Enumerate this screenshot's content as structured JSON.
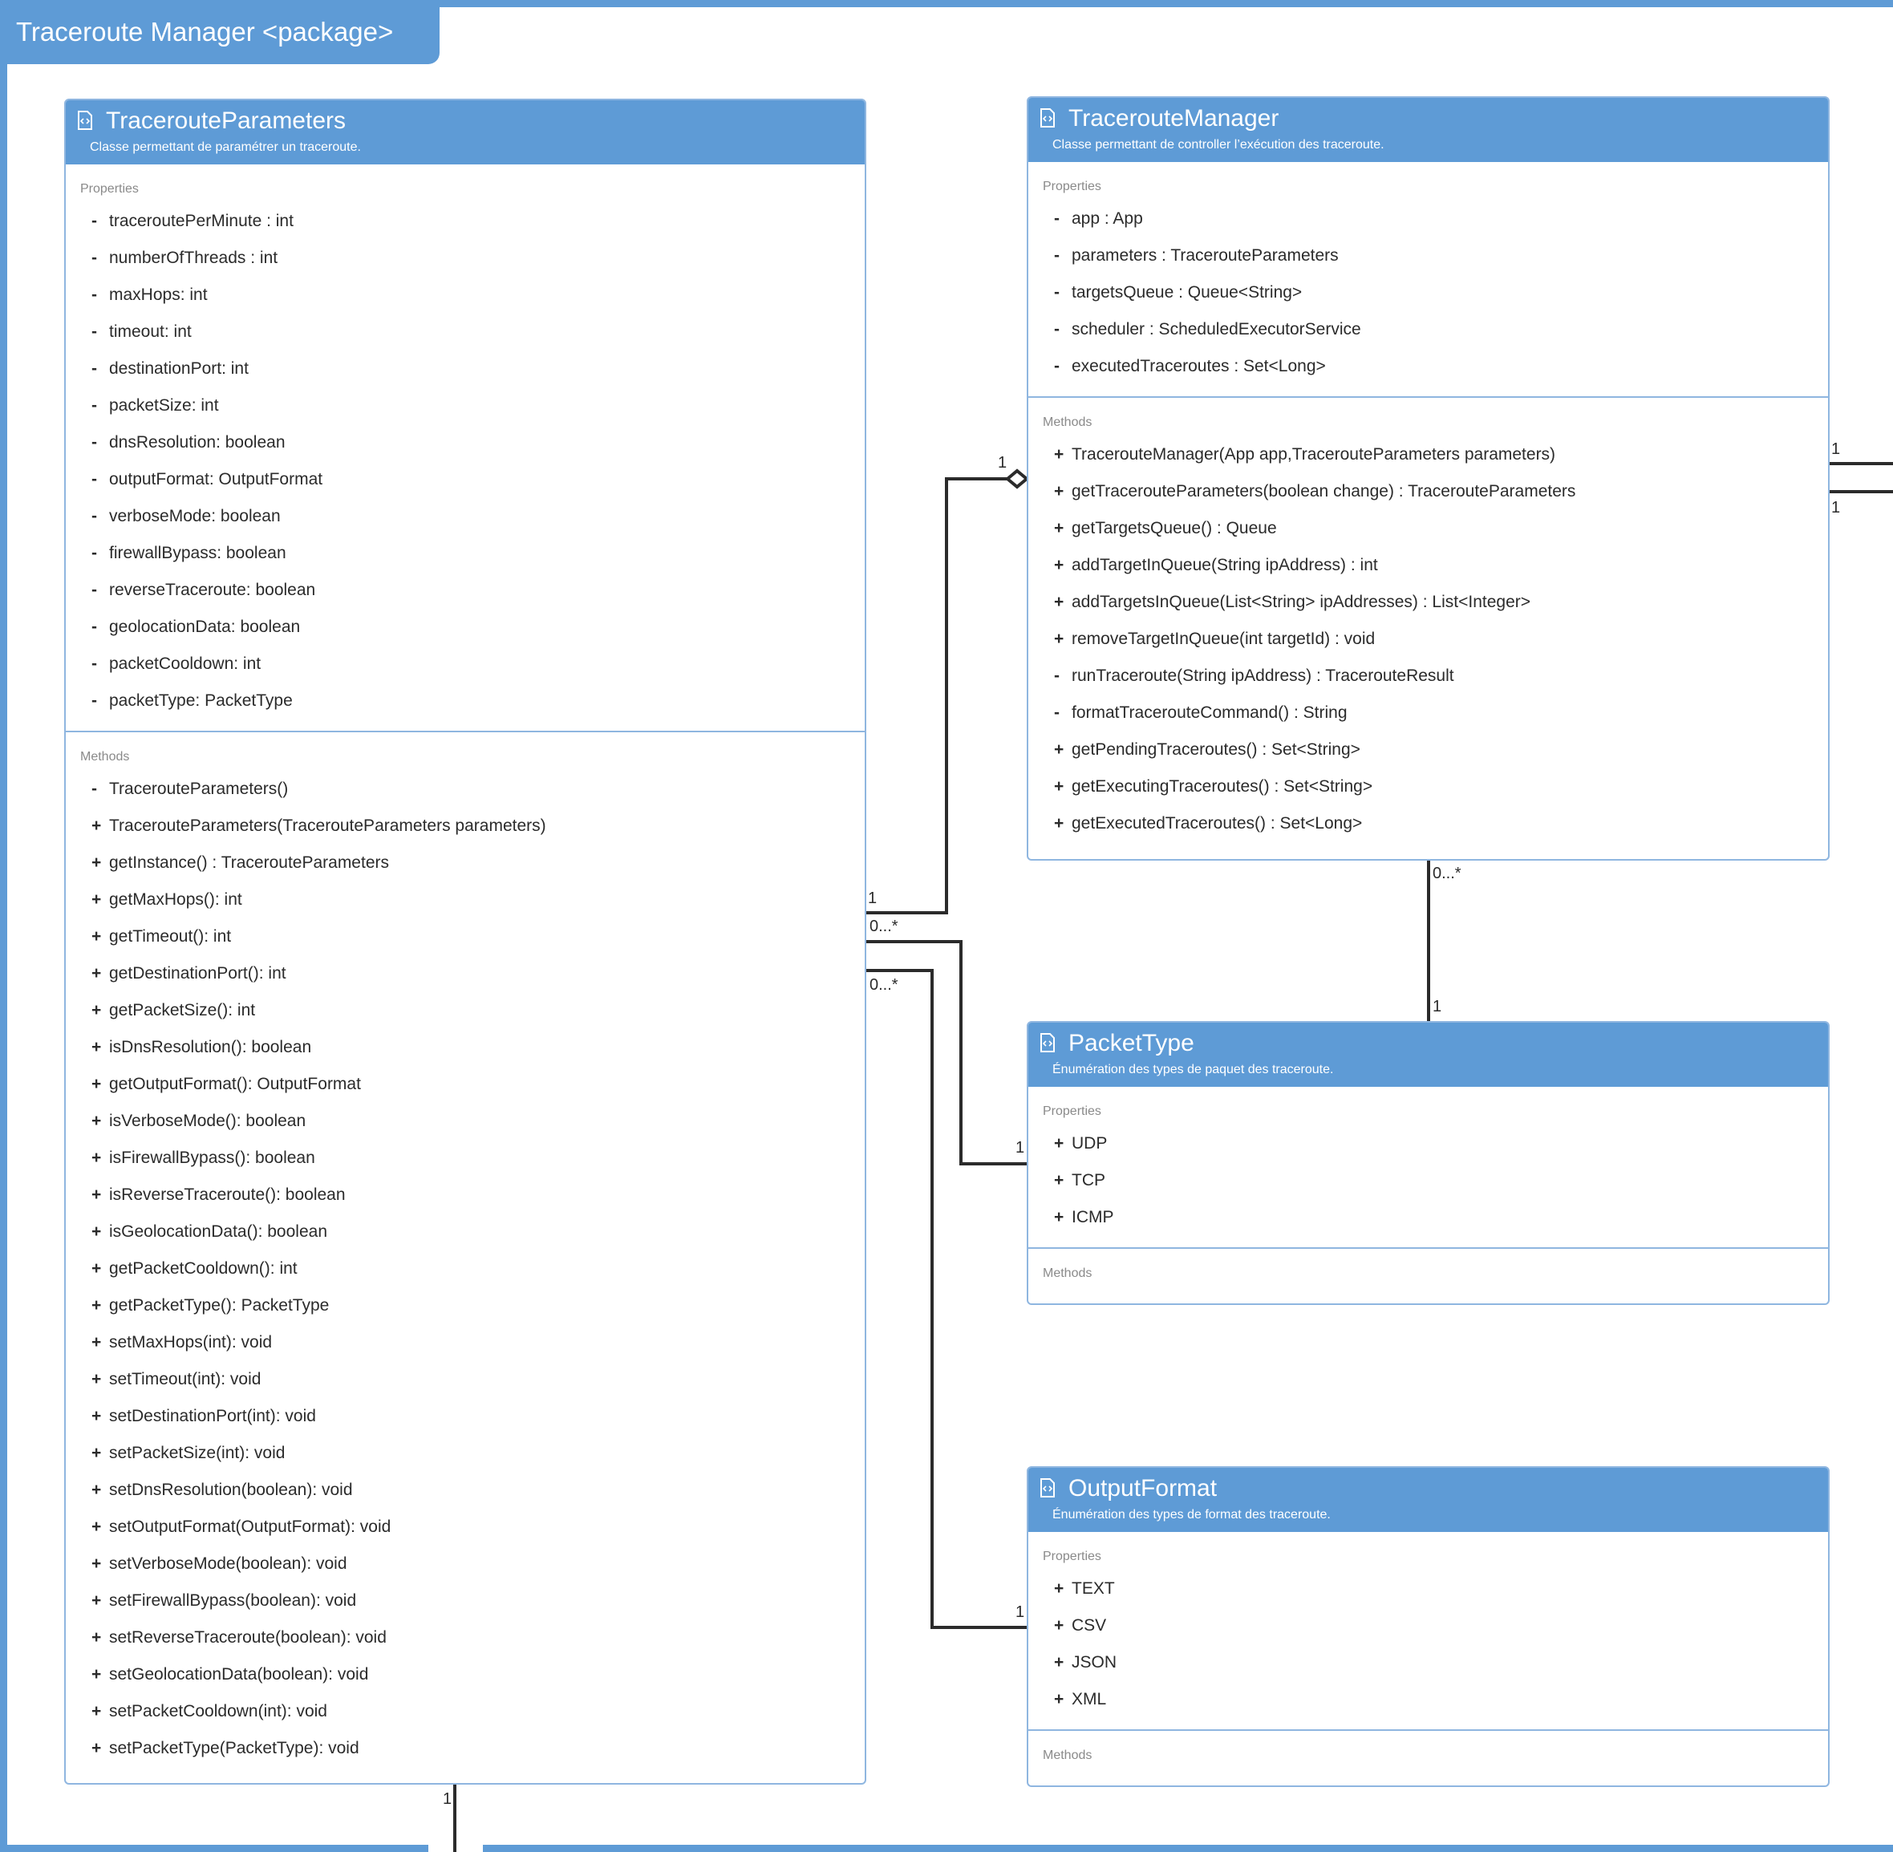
{
  "package": {
    "title": "Traceroute Manager <package>"
  },
  "section_labels": {
    "properties": "Properties",
    "methods": "Methods"
  },
  "classes": {
    "traceroute_parameters": {
      "name": "TracerouteParameters",
      "description": "Classe permettant de paramétrer un traceroute.",
      "properties": [
        {
          "vis": "-",
          "text": "traceroutePerMinute : int"
        },
        {
          "vis": "-",
          "text": "numberOfThreads : int"
        },
        {
          "vis": "-",
          "text": "maxHops: int"
        },
        {
          "vis": "-",
          "text": "timeout: int"
        },
        {
          "vis": "-",
          "text": "destinationPort: int"
        },
        {
          "vis": "-",
          "text": "packetSize: int"
        },
        {
          "vis": "-",
          "text": "dnsResolution: boolean"
        },
        {
          "vis": "-",
          "text": "outputFormat: OutputFormat"
        },
        {
          "vis": "-",
          "text": "verboseMode: boolean"
        },
        {
          "vis": "-",
          "text": "firewallBypass: boolean"
        },
        {
          "vis": "-",
          "text": "reverseTraceroute: boolean"
        },
        {
          "vis": "-",
          "text": "geolocationData: boolean"
        },
        {
          "vis": "-",
          "text": "packetCooldown: int"
        },
        {
          "vis": "-",
          "text": "packetType: PacketType"
        }
      ],
      "methods": [
        {
          "vis": "-",
          "text": "TracerouteParameters()"
        },
        {
          "vis": "+",
          "text": "TracerouteParameters(TracerouteParameters parameters)"
        },
        {
          "vis": "+",
          "text": "getInstance() : TracerouteParameters"
        },
        {
          "vis": "+",
          "text": "getMaxHops(): int"
        },
        {
          "vis": "+",
          "text": "getTimeout(): int"
        },
        {
          "vis": "+",
          "text": "getDestinationPort(): int"
        },
        {
          "vis": "+",
          "text": "getPacketSize(): int"
        },
        {
          "vis": "+",
          "text": "isDnsResolution(): boolean"
        },
        {
          "vis": "+",
          "text": "getOutputFormat(): OutputFormat"
        },
        {
          "vis": "+",
          "text": "isVerboseMode(): boolean"
        },
        {
          "vis": "+",
          "text": "isFirewallBypass(): boolean"
        },
        {
          "vis": "+",
          "text": "isReverseTraceroute(): boolean"
        },
        {
          "vis": "+",
          "text": "isGeolocationData(): boolean"
        },
        {
          "vis": "+",
          "text": "getPacketCooldown(): int"
        },
        {
          "vis": "+",
          "text": "getPacketType(): PacketType"
        },
        {
          "vis": "+",
          "text": "setMaxHops(int): void"
        },
        {
          "vis": "+",
          "text": "setTimeout(int): void"
        },
        {
          "vis": "+",
          "text": "setDestinationPort(int): void"
        },
        {
          "vis": "+",
          "text": "setPacketSize(int): void"
        },
        {
          "vis": "+",
          "text": "setDnsResolution(boolean): void"
        },
        {
          "vis": "+",
          "text": "setOutputFormat(OutputFormat): void"
        },
        {
          "vis": "+",
          "text": "setVerboseMode(boolean): void"
        },
        {
          "vis": "+",
          "text": "setFirewallBypass(boolean): void"
        },
        {
          "vis": "+",
          "text": "setReverseTraceroute(boolean): void"
        },
        {
          "vis": "+",
          "text": "setGeolocationData(boolean): void"
        },
        {
          "vis": "+",
          "text": "setPacketCooldown(int): void"
        },
        {
          "vis": "+",
          "text": "setPacketType(PacketType): void"
        }
      ]
    },
    "traceroute_manager": {
      "name": "TracerouteManager",
      "description": "Classe permettant de controller l’exécution des traceroute.",
      "properties": [
        {
          "vis": "-",
          "text": "app : App"
        },
        {
          "vis": "-",
          "text": "parameters : TracerouteParameters"
        },
        {
          "vis": "-",
          "text": "targetsQueue : Queue<String>"
        },
        {
          "vis": "-",
          "text": "scheduler : ScheduledExecutorService"
        },
        {
          "vis": "-",
          "text": "executedTraceroutes : Set<Long>"
        }
      ],
      "methods": [
        {
          "vis": "+",
          "text": "TracerouteManager(App app,TracerouteParameters parameters)"
        },
        {
          "vis": "+",
          "text": "getTracerouteParameters(boolean change) : TracerouteParameters"
        },
        {
          "vis": "+",
          "text": "getTargetsQueue() : Queue"
        },
        {
          "vis": "+",
          "text": "addTargetInQueue(String ipAddress) : int"
        },
        {
          "vis": "+",
          "text": "addTargetsInQueue(List<String> ipAddresses) : List<Integer>"
        },
        {
          "vis": "+",
          "text": "removeTargetInQueue(int targetId) : void"
        },
        {
          "vis": "-",
          "text": "runTraceroute(String ipAddress) : TracerouteResult"
        },
        {
          "vis": "-",
          "text": "formatTracerouteCommand() : String"
        },
        {
          "vis": "+",
          "text": "getPendingTraceroutes() : Set<String>"
        },
        {
          "vis": "+",
          "text": "getExecutingTraceroutes() : Set<String>"
        },
        {
          "vis": "+",
          "text": "getExecutedTraceroutes() : Set<Long>"
        }
      ]
    },
    "packet_type": {
      "name": "PacketType",
      "description": "Énumération des types de paquet des traceroute.",
      "properties": [
        {
          "vis": "+",
          "text": "UDP"
        },
        {
          "vis": "+",
          "text": "TCP"
        },
        {
          "vis": "+",
          "text": "ICMP"
        }
      ],
      "methods": []
    },
    "output_format": {
      "name": "OutputFormat",
      "description": "Énumération des types de format des traceroute.",
      "properties": [
        {
          "vis": "+",
          "text": "TEXT"
        },
        {
          "vis": "+",
          "text": "CSV"
        },
        {
          "vis": "+",
          "text": "JSON"
        },
        {
          "vis": "+",
          "text": "XML"
        }
      ],
      "methods": []
    }
  },
  "multiplicities": {
    "params_manager_params_end": "1",
    "params_manager_manager_end": "1",
    "params_packettype_params_end": "0...*",
    "params_packettype_packettype_end": "1",
    "params_outputformat_params_end": "0...*",
    "params_outputformat_outputformat_end": "1",
    "manager_packettype_manager_end": "0...*",
    "manager_packettype_packettype_end": "1",
    "manager_external_top": "1",
    "manager_external_bottom": "1",
    "params_bottom": "1"
  },
  "colors": {
    "accent": "#5e9bd6",
    "border": "#8fb6e0",
    "line": "#2b2b2b"
  }
}
